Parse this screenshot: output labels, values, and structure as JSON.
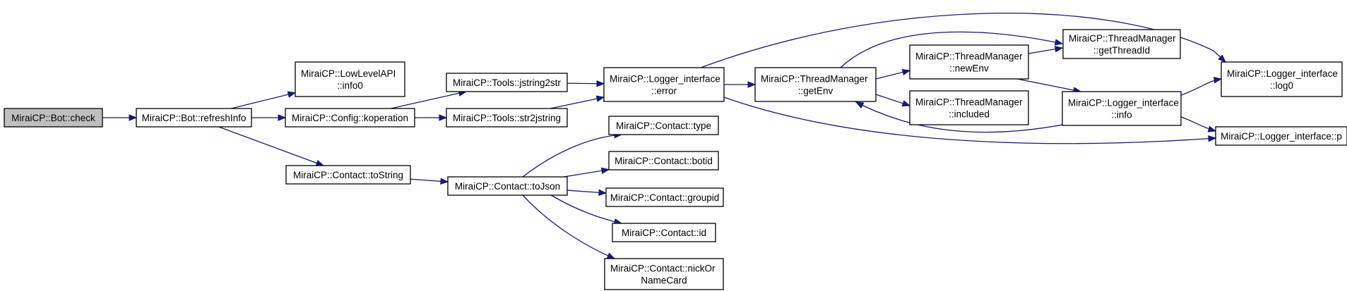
{
  "graph": {
    "nodes": [
      {
        "id": "check",
        "lines": [
          "MiraiCP::Bot::check"
        ],
        "root": true
      },
      {
        "id": "refreshInfo",
        "lines": [
          "MiraiCP::Bot::refreshInfo"
        ]
      },
      {
        "id": "info0",
        "lines": [
          "MiraiCP::LowLevelAPI",
          "::info0"
        ]
      },
      {
        "id": "koperation",
        "lines": [
          "MiraiCP::Config::koperation"
        ]
      },
      {
        "id": "toString",
        "lines": [
          "MiraiCP::Contact::toString"
        ]
      },
      {
        "id": "jstring2str",
        "lines": [
          "MiraiCP::Tools::jstring2str"
        ]
      },
      {
        "id": "str2jstring",
        "lines": [
          "MiraiCP::Tools::str2jstring"
        ]
      },
      {
        "id": "toJson",
        "lines": [
          "MiraiCP::Contact::toJson"
        ]
      },
      {
        "id": "error",
        "lines": [
          "MiraiCP::Logger_interface",
          "::error"
        ]
      },
      {
        "id": "type",
        "lines": [
          "MiraiCP::Contact::type"
        ]
      },
      {
        "id": "botid",
        "lines": [
          "MiraiCP::Contact::botid"
        ]
      },
      {
        "id": "groupid",
        "lines": [
          "MiraiCP::Contact::groupid"
        ]
      },
      {
        "id": "id",
        "lines": [
          "MiraiCP::Contact::id"
        ]
      },
      {
        "id": "nickOrNameCard",
        "lines": [
          "MiraiCP::Contact::nickOr",
          "NameCard"
        ]
      },
      {
        "id": "getEnv",
        "lines": [
          "MiraiCP::ThreadManager",
          "::getEnv"
        ]
      },
      {
        "id": "newEnv",
        "lines": [
          "MiraiCP::ThreadManager",
          "::newEnv"
        ]
      },
      {
        "id": "included",
        "lines": [
          "MiraiCP::ThreadManager",
          "::included"
        ]
      },
      {
        "id": "getThreadId",
        "lines": [
          "MiraiCP::ThreadManager",
          "::getThreadId"
        ]
      },
      {
        "id": "info",
        "lines": [
          "MiraiCP::Logger_interface",
          "::info"
        ]
      },
      {
        "id": "log0",
        "lines": [
          "MiraiCP::Logger_interface",
          "::log0"
        ]
      },
      {
        "id": "p",
        "lines": [
          "MiraiCP::Logger_interface::p"
        ]
      }
    ],
    "edges": [
      [
        "check",
        "refreshInfo"
      ],
      [
        "refreshInfo",
        "info0"
      ],
      [
        "refreshInfo",
        "koperation"
      ],
      [
        "refreshInfo",
        "toString"
      ],
      [
        "koperation",
        "jstring2str"
      ],
      [
        "koperation",
        "str2jstring"
      ],
      [
        "toString",
        "toJson"
      ],
      [
        "jstring2str",
        "error"
      ],
      [
        "str2jstring",
        "error"
      ],
      [
        "toJson",
        "type"
      ],
      [
        "toJson",
        "botid"
      ],
      [
        "toJson",
        "groupid"
      ],
      [
        "toJson",
        "id"
      ],
      [
        "toJson",
        "nickOrNameCard"
      ],
      [
        "error",
        "getEnv"
      ],
      [
        "error",
        "log0"
      ],
      [
        "error",
        "p"
      ],
      [
        "getEnv",
        "newEnv"
      ],
      [
        "getEnv",
        "getThreadId"
      ],
      [
        "getEnv",
        "included"
      ],
      [
        "newEnv",
        "getThreadId"
      ],
      [
        "newEnv",
        "info"
      ],
      [
        "info",
        "getEnv"
      ],
      [
        "info",
        "log0"
      ],
      [
        "info",
        "p"
      ]
    ]
  }
}
